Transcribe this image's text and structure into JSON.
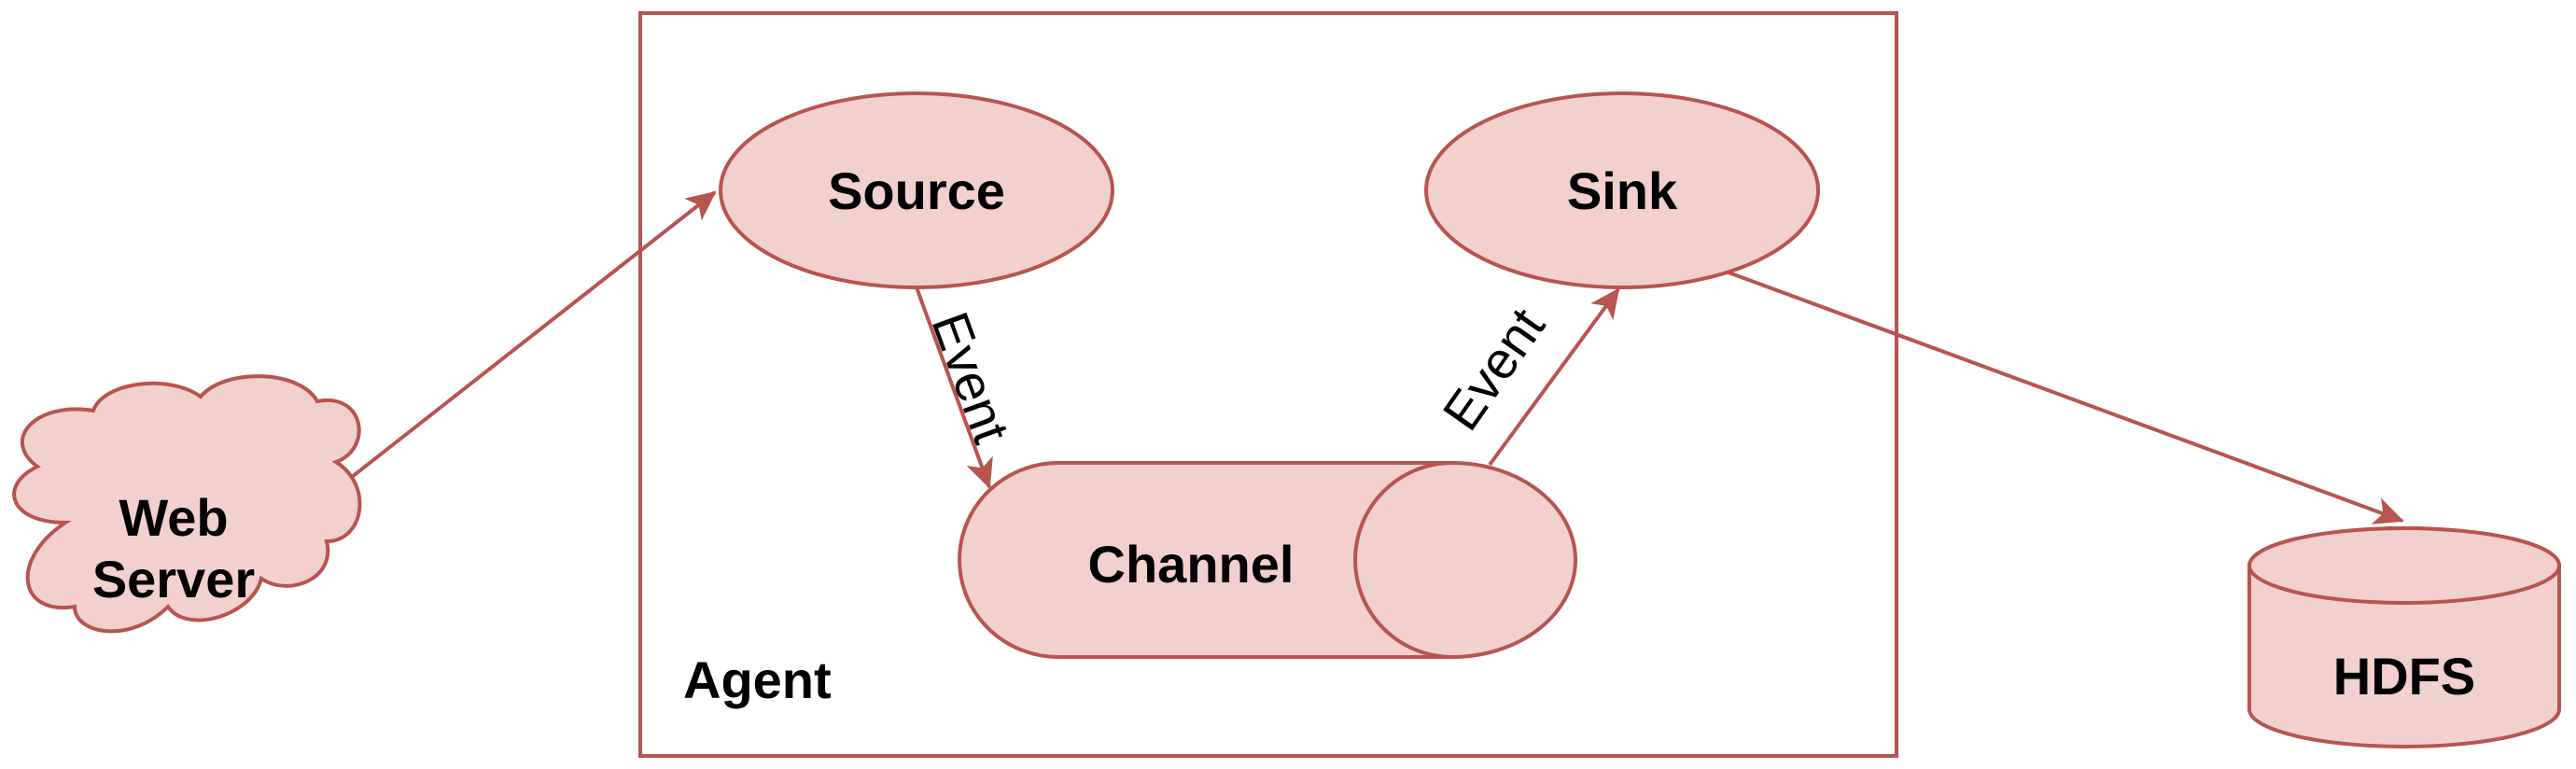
{
  "colors": {
    "stroke": "#b85450",
    "fill": "#f2d0ce",
    "text": "#000000",
    "background": "#ffffff"
  },
  "container": {
    "label": "Agent"
  },
  "nodes": {
    "web_server": {
      "line1": "Web",
      "line2": "Server",
      "shape": "cloud"
    },
    "source": {
      "label": "Source",
      "shape": "ellipse"
    },
    "sink": {
      "label": "Sink",
      "shape": "ellipse"
    },
    "channel": {
      "label": "Channel",
      "shape": "horizontal-cylinder"
    },
    "hdfs": {
      "label": "HDFS",
      "shape": "cylinder"
    }
  },
  "edges": [
    {
      "from": "Web Server",
      "to": "Source",
      "label": ""
    },
    {
      "from": "Source",
      "to": "Channel",
      "label": "Event"
    },
    {
      "from": "Channel",
      "to": "Sink",
      "label": "Event"
    },
    {
      "from": "Sink",
      "to": "HDFS",
      "label": ""
    }
  ]
}
